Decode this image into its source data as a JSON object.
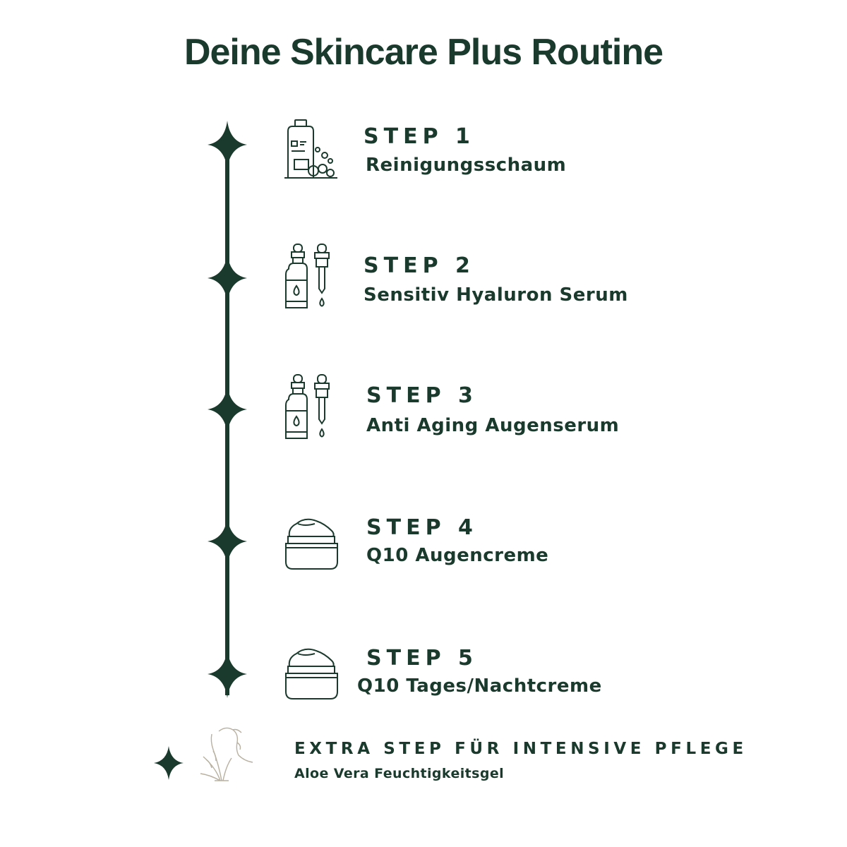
{
  "title": "Deine Skincare Plus Routine",
  "colors": {
    "primary": "#1b3a2e",
    "background": "#ffffff",
    "icon_muted": "#b8b0a0"
  },
  "steps": [
    {
      "label": "STEP 1",
      "name": "Reinigungsschaum",
      "icon": "foam-cleanser-icon"
    },
    {
      "label": "STEP 2",
      "name": "Sensitiv Hyaluron Serum",
      "icon": "serum-dropper-icon"
    },
    {
      "label": "STEP 3",
      "name": "Anti Aging Augenserum",
      "icon": "serum-dropper-icon"
    },
    {
      "label": "STEP 4",
      "name": "Q10 Augencreme",
      "icon": "cream-jar-icon"
    },
    {
      "label": "STEP 5",
      "name": "Q10 Tages/Nachtcreme",
      "icon": "cream-jar-icon"
    }
  ],
  "extra": {
    "title": "EXTRA STEP FÜR INTENSIVE PFLEGE",
    "name": "Aloe Vera Feuchtigkeitsgel",
    "icon": "aloe-vera-icon"
  }
}
